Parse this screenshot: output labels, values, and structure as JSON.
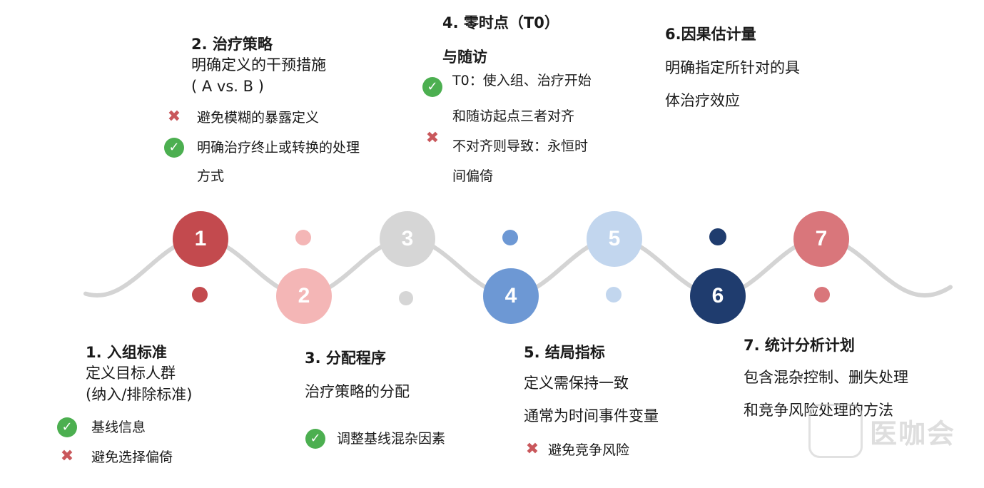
{
  "colors": {
    "wave": "#d4d4d4",
    "step1": "#c34a4e",
    "step2": "#f4b6b6",
    "step3": "#d6d6d6",
    "step4": "#6d98d4",
    "step5": "#c2d6ee",
    "step6": "#1f3c6e",
    "step7": "#d9767b",
    "check": "#4caf50",
    "cross": "#c9575b"
  },
  "nodes": [
    {
      "label": "1"
    },
    {
      "label": "2"
    },
    {
      "label": "3"
    },
    {
      "label": "4"
    },
    {
      "label": "5"
    },
    {
      "label": "6"
    },
    {
      "label": "7"
    }
  ],
  "steps": {
    "s1": {
      "title": "1.  入组标准",
      "lines": [
        "定义目标人群",
        "(纳入/排除标准)"
      ],
      "items": [
        {
          "icon": "check-icon",
          "text": "基线信息"
        },
        {
          "icon": "cross-icon",
          "text": "避免选择偏倚"
        }
      ]
    },
    "s2": {
      "title": "2.  治疗策略",
      "lines": [
        "明确定义的干预措施",
        "( A vs. B )"
      ],
      "items": [
        {
          "icon": "cross-icon",
          "text": "避免模糊的暴露定义"
        },
        {
          "icon": "check-icon",
          "text": "明确治疗终止或转换的处理"
        },
        {
          "icon": "none",
          "text": "方式"
        }
      ]
    },
    "s3": {
      "title": "3. 分配程序",
      "lines": [
        "治疗策略的分配"
      ],
      "items": [
        {
          "icon": "check-icon",
          "text": "调整基线混杂因素"
        }
      ]
    },
    "s4": {
      "title": "4.  零时点（T0）",
      "lines": [
        "与随访"
      ],
      "items": [
        {
          "icon": "check-icon",
          "text": "T0：使入组、治疗开始"
        },
        {
          "icon": "none",
          "text": "和随访起点三者对齐"
        },
        {
          "icon": "cross-icon",
          "text": "不对齐则导致：永恒时"
        },
        {
          "icon": "none",
          "text": "间偏倚"
        }
      ]
    },
    "s5": {
      "title": "5.  结局指标",
      "lines": [
        "定义需保持一致",
        "通常为时间事件变量"
      ],
      "items": [
        {
          "icon": "cross-icon",
          "text": "避免竞争风险"
        }
      ]
    },
    "s6": {
      "title": "6.因果估计量",
      "lines": [
        "明确指定所针对的具",
        "体治疗效应"
      ]
    },
    "s7": {
      "title": "7.  统计分析计划",
      "lines": [
        "包含混杂控制、删失处理",
        "和竞争风险处理的方法"
      ]
    }
  },
  "watermark": {
    "text": "医咖会"
  }
}
